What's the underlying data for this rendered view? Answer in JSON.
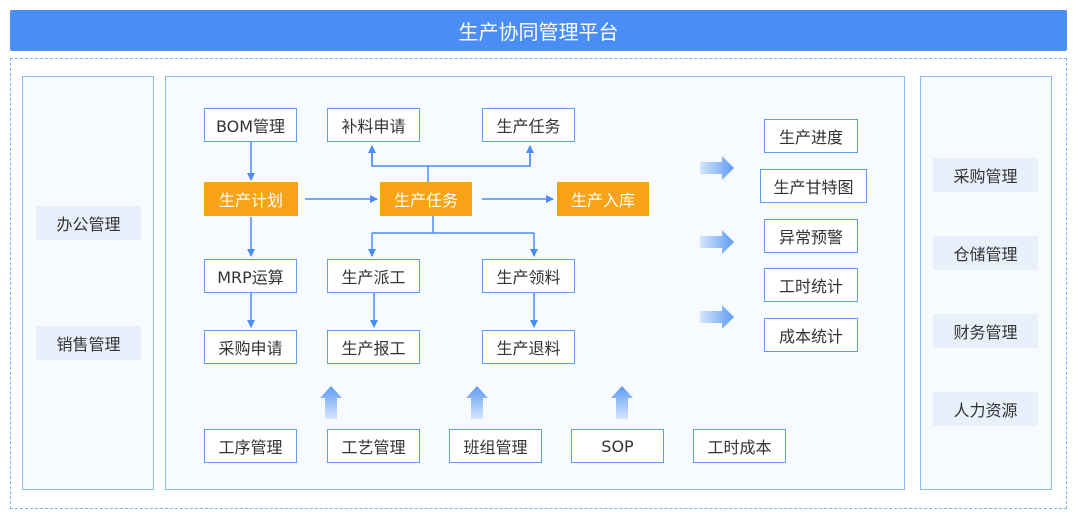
{
  "header": {
    "title": "生产协同管理平台"
  },
  "left": {
    "items": [
      "办公管理",
      "销售管理"
    ]
  },
  "right": {
    "items": [
      "采购管理",
      "仓储管理",
      "财务管理",
      "人力资源"
    ]
  },
  "flow": {
    "bom": "BOM管理",
    "supplement": "补料申请",
    "task_top": "生产任务",
    "plan": "生产计划",
    "task_main": "生产任务",
    "warehouse_in": "生产入库",
    "mrp": "MRP运算",
    "dispatch": "生产派工",
    "material_pick": "生产领料",
    "purchase_req": "采购申请",
    "report": "生产报工",
    "material_return": "生产退料"
  },
  "bottom": {
    "items": [
      "工序管理",
      "工艺管理",
      "班组管理",
      "SOP",
      "工时成本"
    ]
  },
  "outputs": {
    "items": [
      "生产进度",
      "生产甘特图",
      "异常预警",
      "工时统计",
      "成本统计"
    ]
  },
  "colors": {
    "primary": "#4a8ef5",
    "accent": "#f8a316",
    "border": "#5f9df0"
  }
}
